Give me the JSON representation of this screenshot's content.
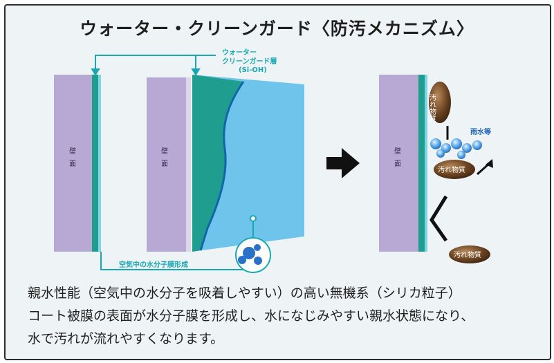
{
  "title": "ウォーター・クリーンガード〈防汚メカニズム〉",
  "diagram": {
    "layer_label_line1": "ウォーター",
    "layer_label_line2": "クリーンガード層",
    "layer_label_line3": "(Si-OH)",
    "film_label": "空気中の水分子膜形成",
    "wall_char_top": "壁",
    "wall_char_bottom": "面",
    "dirt_label": "汚れ物質",
    "rain_label": "雨水等",
    "colors": {
      "wall": "#b7a9d3",
      "coat_green": "#1f9e8f",
      "water": "#6fc4ec",
      "line": "#19a7b6",
      "dirt": "#6b4422"
    }
  },
  "caption": {
    "line1": "親水性能（空気中の水分子を吸着しやすい）の高い無機系（シリカ粒子）",
    "line2": "コート被膜の表面が水分子膜を形成し、水になじみやすい親水状態になり、",
    "line3": "水で汚れが流れやすくなります。"
  }
}
